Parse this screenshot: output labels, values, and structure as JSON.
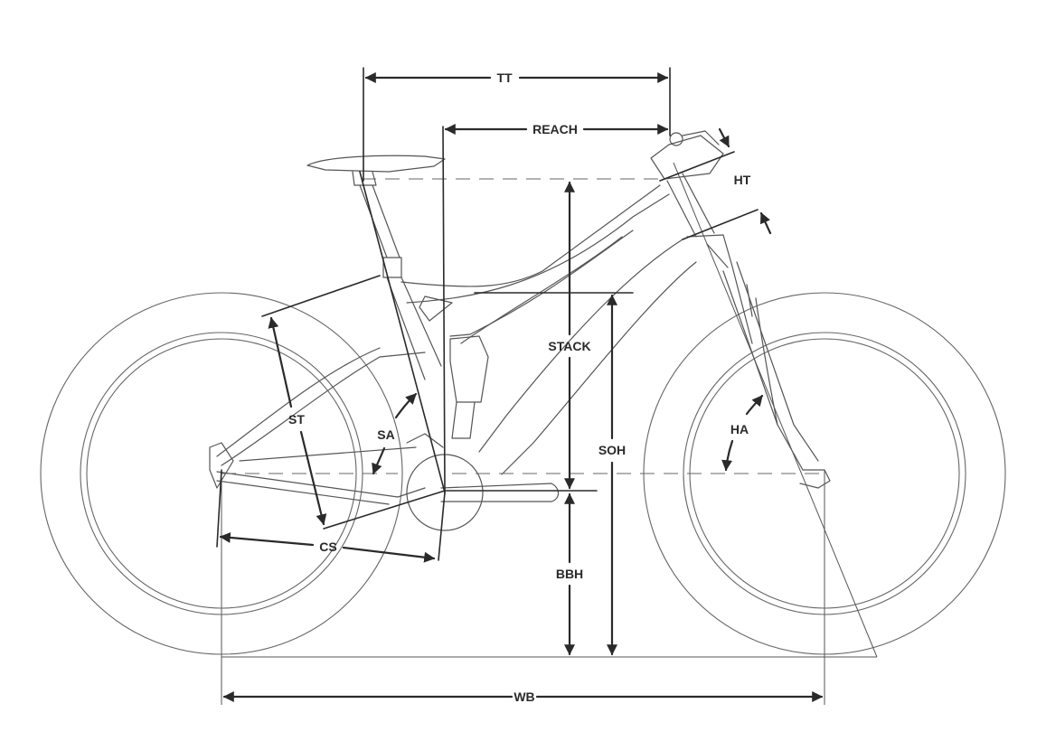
{
  "labels": {
    "tt": "TT",
    "reach": "REACH",
    "ht": "HT",
    "stack": "STACK",
    "soh": "SOH",
    "st": "ST",
    "sa": "SA",
    "ha": "HA",
    "cs": "CS",
    "bbh": "BBH",
    "wb": "WB"
  },
  "colors": {
    "outline": "#555555",
    "dimension": "#2a2a2a",
    "background": "#ffffff"
  }
}
